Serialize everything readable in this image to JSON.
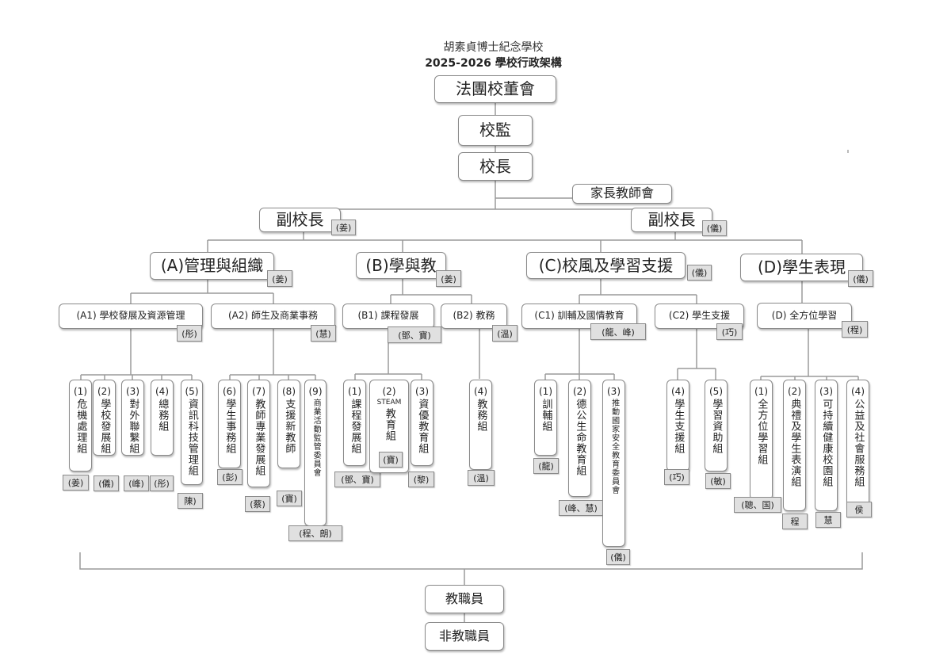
{
  "title": {
    "school": "胡素貞博士紀念學校",
    "subtitle": "2025-2026 學校行政架構"
  },
  "top": {
    "board": "法團校董會",
    "supervisor": "校監",
    "principal": "校長",
    "pta": "家長教師會"
  },
  "vice_principals": [
    {
      "label": "副校長",
      "tag": "(姜)"
    },
    {
      "label": "副校長",
      "tag": "(儀)"
    }
  ],
  "sections": [
    {
      "label": "(A)管理與組織",
      "tag": "(姜)"
    },
    {
      "label": "(B)學與教",
      "tag": "(姜)"
    },
    {
      "label": "(C)校風及學習支援",
      "tag": "(儀)"
    },
    {
      "label": "(D)學生表現",
      "tag": "(儀)"
    }
  ],
  "subs": [
    {
      "label": "(A1) 學校發展及資源管理",
      "tag": "(彤)"
    },
    {
      "label": "(A2) 師生及商業事務",
      "tag": "(慧)"
    },
    {
      "label": "(B1) 課程發展",
      "tag": "(鄧、寶)"
    },
    {
      "label": "(B2) 教務",
      "tag": "(溫)"
    },
    {
      "label": "(C1) 訓輔及國情教育",
      "tag": "(龍、峰)"
    },
    {
      "label": "(C2) 學生支援",
      "tag": "(巧)"
    },
    {
      "label": "(D) 全方位學習",
      "tag": "(程)"
    }
  ],
  "groups": [
    {
      "num": "(1)",
      "name": "危機處理組",
      "tag": "(姜)"
    },
    {
      "num": "(2)",
      "name": "學校發展組",
      "tag": "(儀)"
    },
    {
      "num": "(3)",
      "name": "對外聯繫組",
      "tag": "(峰)"
    },
    {
      "num": "(4)",
      "name": "總務組",
      "tag": "(彤)"
    },
    {
      "num": "(5)",
      "name": "資訊科技管理組",
      "tag": "陳)"
    },
    {
      "num": "(6)",
      "name": "學生事務組",
      "tag": "(彭)"
    },
    {
      "num": "(7)",
      "name": "教師專業發展組",
      "tag": "(蔡)"
    },
    {
      "num": "(8)",
      "name": "支援新教師",
      "tag": "(寶)"
    },
    {
      "num": "(9)",
      "name": "商業活動監管委員會",
      "tag": "(程、朗)"
    },
    {
      "num": "(1)",
      "name": "課程發展組",
      "tag": "(鄧、寶)"
    },
    {
      "num": "(2)",
      "prefix": "STEAM",
      "name": "教育組",
      "tag": "(寶)"
    },
    {
      "num": "(3)",
      "name": "資優教育組",
      "tag": "(黎)"
    },
    {
      "num": "(4)",
      "name": "教務組",
      "tag": "(溫)"
    },
    {
      "num": "(1)",
      "name": "訓輔組",
      "tag": "(龍)"
    },
    {
      "num": "(2)",
      "name": "德公生命教育組",
      "tag": "(峰、慧)"
    },
    {
      "num": "(3)",
      "name": "推動國家安全教育委員會",
      "tag": "(儀)"
    },
    {
      "num": "(4)",
      "name": "學生支援組",
      "tag": "(巧)"
    },
    {
      "num": "(5)",
      "name": "學習資助組",
      "tag": "(敏)"
    },
    {
      "num": "(1)",
      "name": "全方位學習組",
      "tag": "(聰、国)"
    },
    {
      "num": "(2)",
      "name": "典禮及學生表演組",
      "tag": "程"
    },
    {
      "num": "(3)",
      "name": "可持續健康校園組",
      "tag": "慧"
    },
    {
      "num": "(4)",
      "name": "公益及社會服務組",
      "tag": "侯"
    }
  ],
  "bottom": {
    "teaching": "教職員",
    "non_teaching": "非教職員"
  }
}
